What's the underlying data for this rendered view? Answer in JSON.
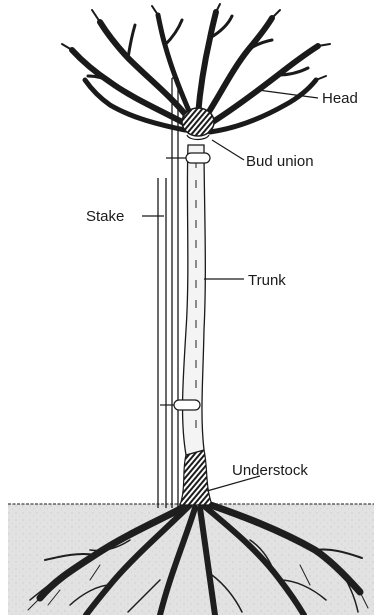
{
  "diagram": {
    "labels": {
      "head": "Head",
      "bud_union": "Bud union",
      "stake": "Stake",
      "trunk": "Trunk",
      "understock": "Understock"
    }
  }
}
